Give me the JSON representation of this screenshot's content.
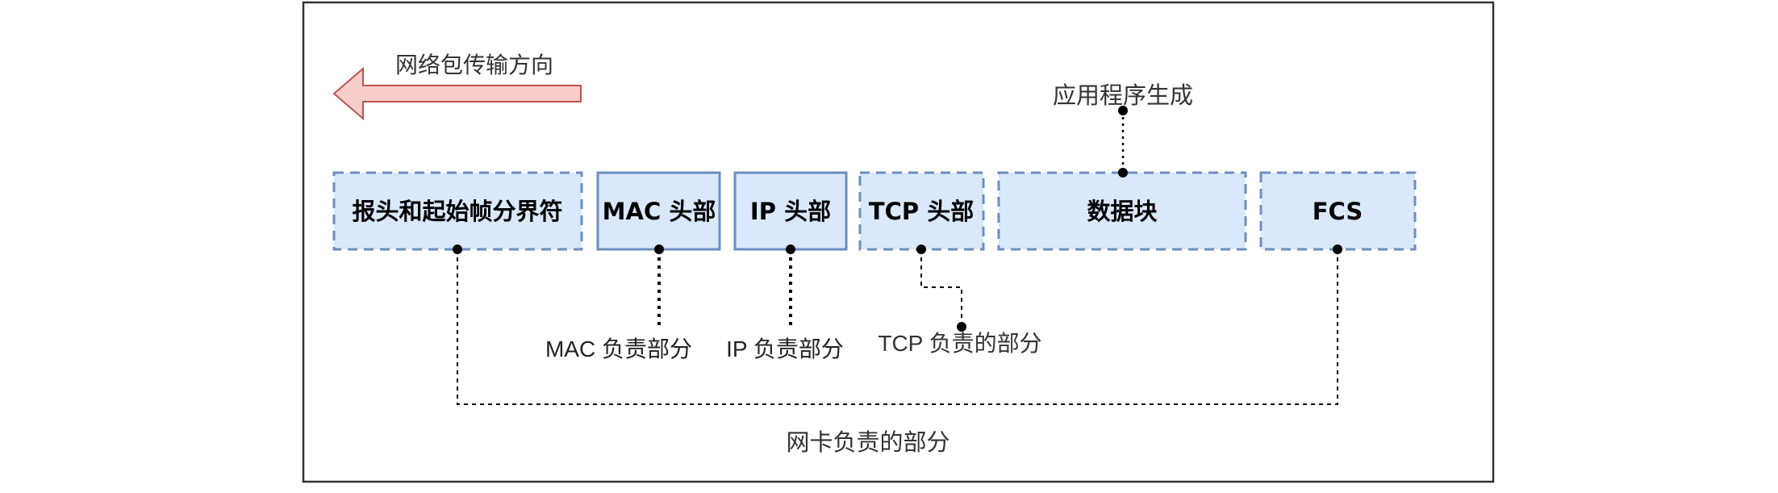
{
  "direction_label": "网络包传输方向",
  "segments": [
    {
      "label": "报头和起始帧分界符"
    },
    {
      "label": "MAC 头部"
    },
    {
      "label": "IP 头部"
    },
    {
      "label": "TCP 头部"
    },
    {
      "label": "数据块"
    },
    {
      "label": "FCS"
    }
  ],
  "annotations": {
    "app": "应用程序生成",
    "mac": "MAC 负责部分",
    "ip": "IP 负责部分",
    "tcp": "TCP 负责的部分",
    "nic": "网卡负责的部分"
  },
  "colors": {
    "frame_border": "#333333",
    "box_fill": "#dae8fc",
    "box_stroke": "#6c8ebf",
    "arrow_fill": "#f8cecc",
    "arrow_stroke": "#b85450",
    "line": "#000000",
    "text": "#333333"
  }
}
